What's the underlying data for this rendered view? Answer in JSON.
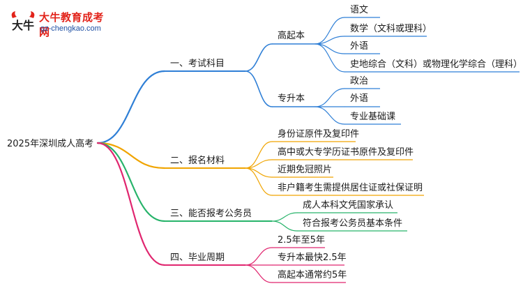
{
  "logo": {
    "title": "大牛教育成考网",
    "url": "gz-chengkao.com",
    "mark_text": "大牛"
  },
  "root": "2025年深圳成人高考",
  "branches": {
    "subjects": {
      "label": "一、考试科目",
      "color": "#2f7fd6",
      "gaoqiben": {
        "label": "高起本",
        "items": [
          "语文",
          "数学（文科或理科）",
          "外语",
          "史地综合（文科）或物理化学综合（理科）"
        ]
      },
      "zhuanshengben": {
        "label": "专升本",
        "items": [
          "政治",
          "外语",
          "专业基础课"
        ]
      }
    },
    "materials": {
      "label": "二、报名材料",
      "color": "#f0a400",
      "items": [
        "身份证原件及复印件",
        "高中或大专学历证书原件及复印件",
        "近期免冠照片",
        "非户籍考生需提供居住证或社保证明"
      ]
    },
    "civil": {
      "label": "三、能否报考公务员",
      "color": "#27b36a",
      "items": [
        "成人本科文凭国家承认",
        "符合报考公务员基本条件"
      ]
    },
    "period": {
      "label": "四、毕业周期",
      "color": "#e0266f",
      "items": [
        "2.5年至5年",
        "专升本最快2.5年",
        "高起本通常约5年"
      ]
    }
  }
}
